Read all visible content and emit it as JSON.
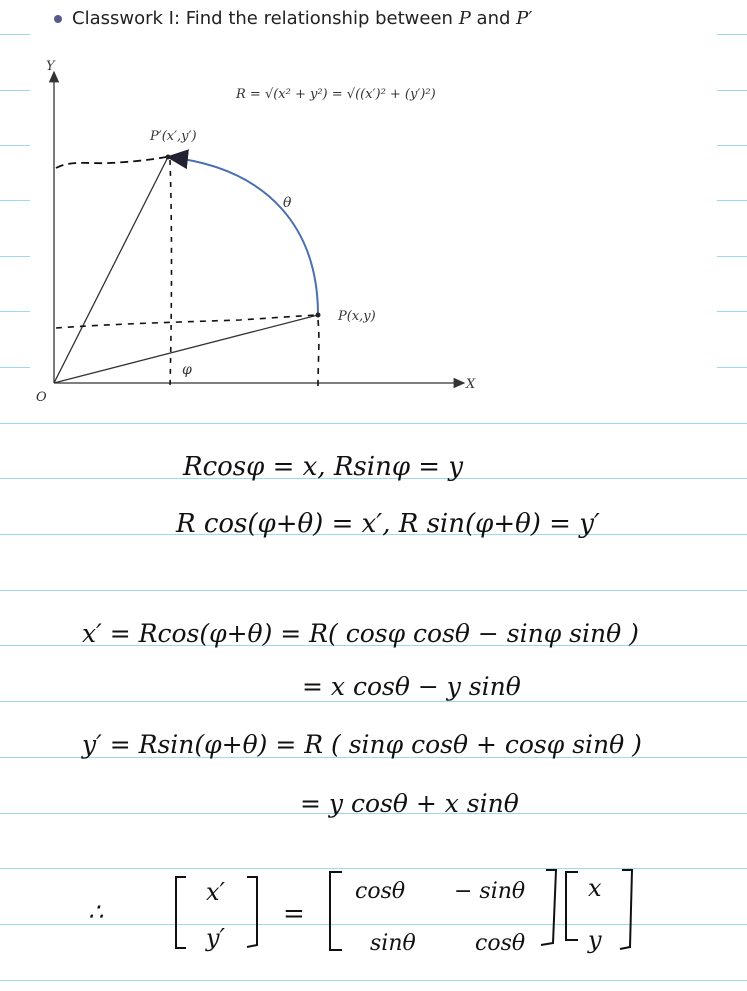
{
  "header": {
    "text_before": "Classwork I: Find the relationship between ",
    "p": "P",
    "and": " and ",
    "p_prime": "P′"
  },
  "diagram": {
    "axis_y": "Y",
    "axis_x": "X",
    "origin": "O",
    "pprime_label": "P′(x′,y′)",
    "p_label": "P(x,y)",
    "theta": "θ",
    "phi": "φ",
    "formula": "R = √(x² + y²) = √((x′)² + (y′)²)"
  },
  "notes": {
    "line1": "Rcosφ = x,  Rsinφ = y",
    "line2": "R cos(φ+θ) = x′,   R sin(φ+θ) = y′",
    "line3": "x′ = Rcos(φ+θ) = R( cosφ cosθ − sinφ sinθ )",
    "line4": "= x cosθ − y sinθ",
    "line5": "y′ = Rsin(φ+θ) = R ( sinφ cosθ + cosφ sinθ )",
    "line6": "= y cosθ + x sinθ",
    "therefore": "∴",
    "vec_left": [
      "x′",
      "y′"
    ],
    "equals": "=",
    "matrix": [
      [
        "cosθ",
        "− sinθ"
      ],
      [
        "sinθ",
        "cosθ"
      ]
    ],
    "vec_right": [
      "x",
      "y"
    ]
  }
}
